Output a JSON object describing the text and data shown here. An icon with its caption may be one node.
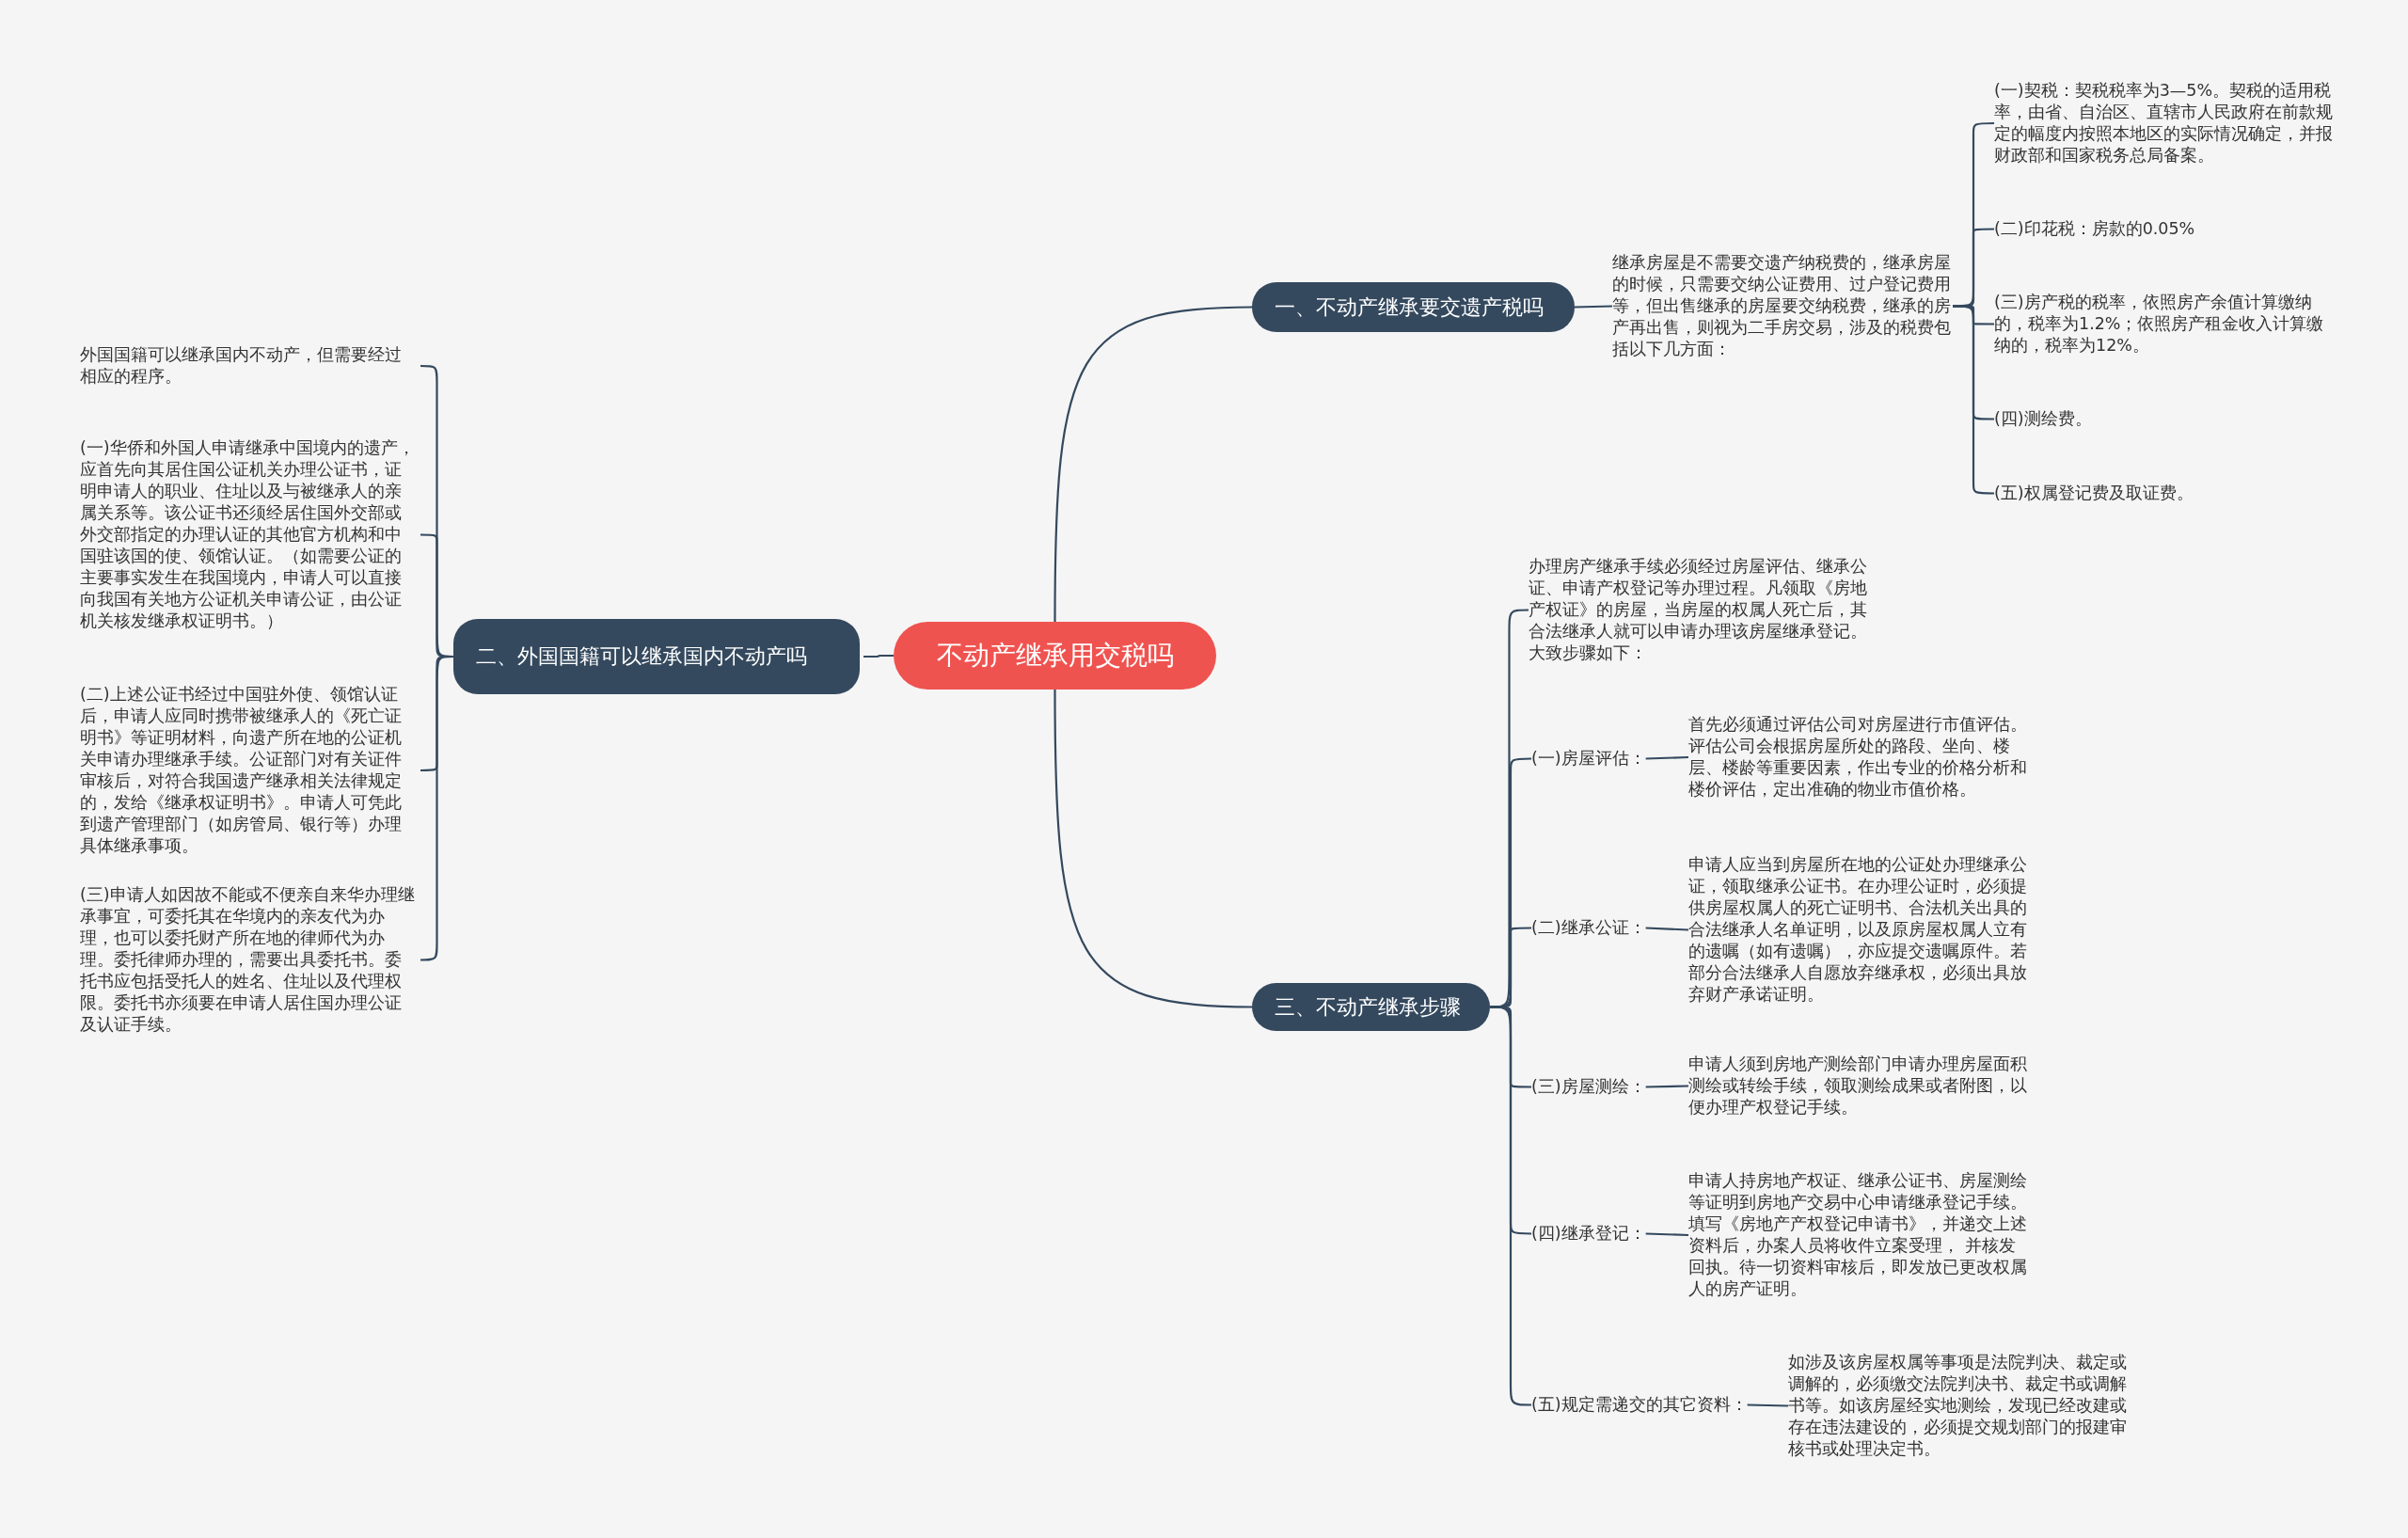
{
  "diagram": {
    "nodes": [
      {
        "text": [
          "不动产继承用交税吗"
        ]
      },
      {
        "text": [
          "一、不动产继承要交遗产税吗"
        ]
      },
      {
        "text": [
          "继承房屋是不需要交遗产纳税费的，继承房屋的时候，只需要交纳公证费用、过户登记费用等，但出售继承的房屋要交纳税费，继承的房产再出售，则视为二手房交易，涉及的税费包括以下几方面："
        ]
      },
      {
        "text": [
          "(一)契税：契税税率为3—5%。契税的适用税率，由省、自治区、直辖市人民政府在前款规定的幅度内按照本地区的实际情况确定，并报财政部和国家税务总局备案。"
        ]
      },
      {
        "text": [
          "(二)印花税：房款的0.05%"
        ]
      },
      {
        "text": [
          "(三)房产税的税率，依照房产余值计算缴纳的，税率为1.2%；依照房产租金收入计算缴纳的，税率为12%。"
        ]
      },
      {
        "text": [
          "(四)测绘费。"
        ]
      },
      {
        "text": [
          "(五)权属登记费及取证费。"
        ]
      },
      {
        "text": [
          "二、外国国籍可以继承国内不动产吗"
        ]
      },
      {
        "text": [
          "外国国籍可以继承国内不动产，但需要经过相应的程序。"
        ]
      },
      {
        "text": [
          "(一)华侨和外国人申请继承中国境内的遗产，应首先向其居住国公证机关办理公证书，证明申请人的职业、住址以及与被继承人的亲属关系等。该公证书还须经居住国外交部或外交部指定的办理认证的其他官方机构和中国驻该国的使、领馆认证。（如需要公证的主要事实发生在我国境内，申请人可以直接向我国有关地方公证机关申请公证，由公证机关核发继承权证明书。）"
        ]
      },
      {
        "text": [
          "(二)上述公证书经过中国驻外使、领馆认证后，申请人应同时携带被继承人的《死亡证明书》等证明材料，向遗产所在地的公证机关申请办理继承手续。公证部门对有关证件审核后，对符合我国遗产继承相关法律规定的，发给《继承权证明书》。申请人可凭此到遗产管理部门（如房管局、银行等）办理具体继承事项。"
        ]
      },
      {
        "text": [
          "(三)申请人如因故不能或不便亲自来华办理继承事宜，可委托其在华境内的亲友代为办理，也可以委托财产所在地的律师代为办理。委托律师办理的，需要出具委托书。委托书应包括受托人的姓名、住址以及代理权限。委托书亦须要在申请人居住国办理公证及认证手续。"
        ]
      },
      {
        "text": [
          "三、不动产继承步骤"
        ]
      },
      {
        "text": [
          "办理房产继承手续必须经过房屋评估、继承公证、申请产权登记等办理过程。凡领取《房地产权证》的房屋，当房屋的权属人死亡后，其合法继承人就可以申请办理该房屋继承登记。大致步骤如下："
        ]
      },
      {
        "text": [
          "(一)房屋评估："
        ]
      },
      {
        "text": [
          "首先必须通过评估公司对房屋进行市值评估。评估公司会根据房屋所处的路段、坐向、楼层、楼龄等重要因素，作出专业的价格分析和楼价评估，定出准确的物业市值价格。"
        ]
      },
      {
        "text": [
          "(二)继承公证："
        ]
      },
      {
        "text": [
          "申请人应当到房屋所在地的公证处办理继承公证，领取继承公证书。在办理公证时，必须提供房屋权属人的死亡证明书、合法机关出具的合法继承人名单证明，以及原房屋权属人立有的遗嘱（如有遗嘱），亦应提交遗嘱原件。若部分合法继承人自愿放弃继承权，必须出具放弃财产承诺证明。"
        ]
      },
      {
        "text": [
          "(三)房屋测绘："
        ]
      },
      {
        "text": [
          "申请人须到房地产测绘部门申请办理房屋面积测绘或转绘手续，领取测绘成果或者附图，以便办理产权登记手续。"
        ]
      },
      {
        "text": [
          "(四)继承登记："
        ]
      },
      {
        "text": [
          "申请人持房地产权证、继承公证书、房屋测绘等证明到房地产交易中心申请继承登记手续。填写《房地产产权登记申请书》，并递交上述资料后，办案人员将收件立案受理， 并核发回执。待一切资料审核后，即发放已更改权属人的房产证明。"
        ]
      },
      {
        "text": [
          "(五)规定需递交的其它资料："
        ]
      },
      {
        "text": [
          "如涉及该房屋权属等事项是法院判决、裁定或调解的，必须缴交法院判决书、裁定书或调解书等。如该房屋经实地测绘，发现已经改建或存在违法建设的，必须提交规划部门的报建审核书或处理决定书。"
        ]
      }
    ],
    "edges": [
      {
        "from": 0,
        "to": 1,
        "arrow": "none"
      },
      {
        "from": 1,
        "to": 2,
        "arrow": "none"
      },
      {
        "from": 2,
        "to": 3,
        "arrow": "none"
      },
      {
        "from": 2,
        "to": 4,
        "arrow": "none"
      },
      {
        "from": 2,
        "to": 5,
        "arrow": "none"
      },
      {
        "from": 2,
        "to": 6,
        "arrow": "none"
      },
      {
        "from": 2,
        "to": 7,
        "arrow": "none"
      },
      {
        "from": 0,
        "to": 8,
        "arrow": "none"
      },
      {
        "from": 8,
        "to": 9,
        "arrow": "none"
      },
      {
        "from": 8,
        "to": 10,
        "arrow": "none"
      },
      {
        "from": 8,
        "to": 11,
        "arrow": "none"
      },
      {
        "from": 8,
        "to": 12,
        "arrow": "none"
      },
      {
        "from": 0,
        "to": 13,
        "arrow": "none"
      },
      {
        "from": 13,
        "to": 14,
        "arrow": "none"
      },
      {
        "from": 13,
        "to": 15,
        "arrow": "none"
      },
      {
        "from": 15,
        "to": 16,
        "arrow": "none"
      },
      {
        "from": 13,
        "to": 17,
        "arrow": "none"
      },
      {
        "from": 17,
        "to": 18,
        "arrow": "none"
      },
      {
        "from": 13,
        "to": 19,
        "arrow": "none"
      },
      {
        "from": 19,
        "to": 20,
        "arrow": "none"
      },
      {
        "from": 13,
        "to": 21,
        "arrow": "none"
      },
      {
        "from": 21,
        "to": 22,
        "arrow": "none"
      },
      {
        "from": 13,
        "to": 23,
        "arrow": "none"
      },
      {
        "from": 23,
        "to": 24,
        "arrow": "none"
      }
    ]
  }
}
